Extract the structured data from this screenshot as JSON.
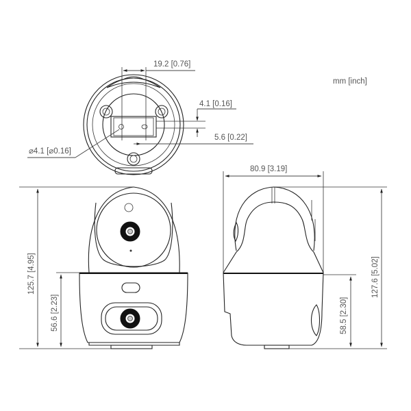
{
  "drawing": {
    "units_label": "mm [inch]",
    "top_view": {
      "width_dim": "19.2 [0.76]",
      "offset_dim_1": "4.1 [0.16]",
      "offset_dim_2": "5.6 [0.22]",
      "hole_dim": "⌀4.1 [⌀0.16]"
    },
    "front_view": {
      "total_height": "125.7 [4.95]",
      "base_height": "56.6 [2.23]"
    },
    "side_view": {
      "total_width": "80.9 [3.19]",
      "total_height": "127.6 [5.02]",
      "base_height": "58.5 [2.30]"
    }
  }
}
